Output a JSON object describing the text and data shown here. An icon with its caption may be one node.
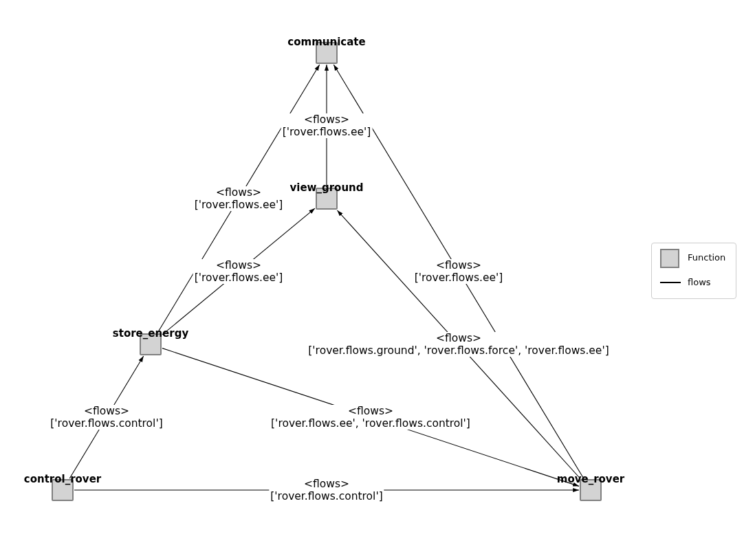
{
  "diagram": {
    "nodes": [
      {
        "text": [
          "communicate"
        ]
      },
      {
        "text": [
          "view_ground"
        ]
      },
      {
        "text": [
          "store_energy"
        ]
      },
      {
        "text": [
          "control_rover"
        ]
      },
      {
        "text": [
          "move_rover"
        ]
      }
    ],
    "edges": [
      {
        "from": 2,
        "to": 0,
        "arrow": "to",
        "label": "<flows> ['rover.flows.ee']"
      },
      {
        "from": 1,
        "to": 0,
        "arrow": "to",
        "label": "<flows> ['rover.flows.ee']"
      },
      {
        "from": 4,
        "to": 0,
        "arrow": "to",
        "label": "<flows> ['rover.flows.ee']"
      },
      {
        "from": 2,
        "to": 1,
        "arrow": "to",
        "label": "<flows> ['rover.flows.ee']"
      },
      {
        "from": 4,
        "to": 1,
        "arrow": "to",
        "label": "<flows> ['rover.flows.ground', 'rover.flows.force', 'rover.flows.ee']"
      },
      {
        "from": 2,
        "to": 4,
        "arrow": "to",
        "label": "<flows> ['rover.flows.ee', 'rover.flows.control']"
      },
      {
        "from": 3,
        "to": 2,
        "arrow": "to",
        "label": "<flows> ['rover.flows.control']"
      },
      {
        "from": 3,
        "to": 4,
        "arrow": "to",
        "label": "<flows> ['rover.flows.control']"
      }
    ],
    "legend": [
      {
        "text": "Function",
        "color": "#d3d3d3"
      },
      {
        "text": "flows"
      }
    ]
  }
}
